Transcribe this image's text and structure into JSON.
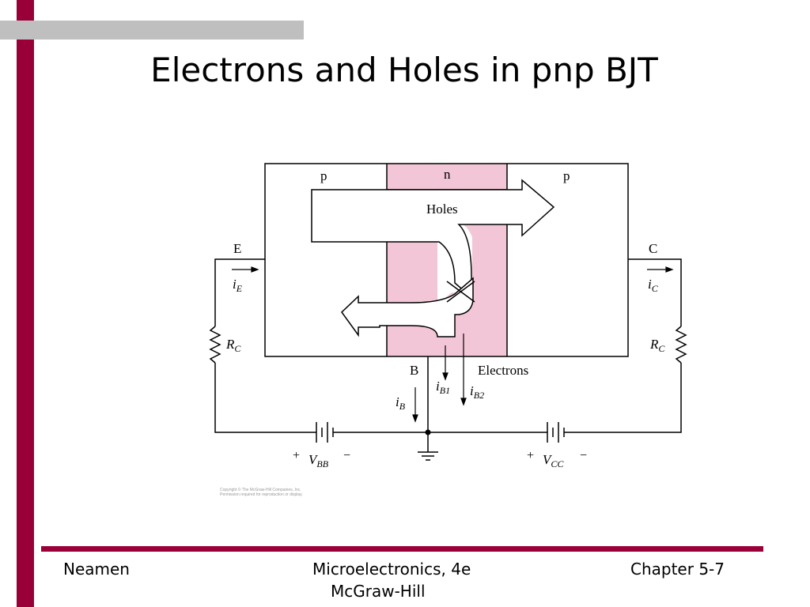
{
  "slide": {
    "title": "Electrons and Holes in pnp BJT"
  },
  "diagram": {
    "region_left": "p",
    "region_mid": "n",
    "region_right": "p",
    "holes_label": "Holes",
    "electrons_label": "Electrons",
    "terminal_e": "E",
    "terminal_c": "C",
    "terminal_b": "B",
    "current_e": "i",
    "current_e_sub": "E",
    "current_c": "i",
    "current_c_sub": "C",
    "current_b": "i",
    "current_b_sub": "B",
    "current_b1": "i",
    "current_b1_sub": "B1",
    "current_b2": "i",
    "current_b2_sub": "B2",
    "resistor_left": "R",
    "resistor_left_sub": "C",
    "resistor_right": "R",
    "resistor_right_sub": "C",
    "source_left": "V",
    "source_left_sub": "BB",
    "source_right": "V",
    "source_right_sub": "CC",
    "plus_sign": "+",
    "minus_sign": "−",
    "copyright_line1": "Copyright © The McGraw-Hill Companies, Inc.",
    "copyright_line2": "Permission required for reproduction or display.",
    "colors": {
      "n_region": "#f2c6d6",
      "accent": "#9a0038"
    }
  },
  "footer": {
    "author": "Neamen",
    "book": "Microelectronics, 4e",
    "publisher": "McGraw-Hill",
    "chapter": "Chapter 5-7"
  }
}
